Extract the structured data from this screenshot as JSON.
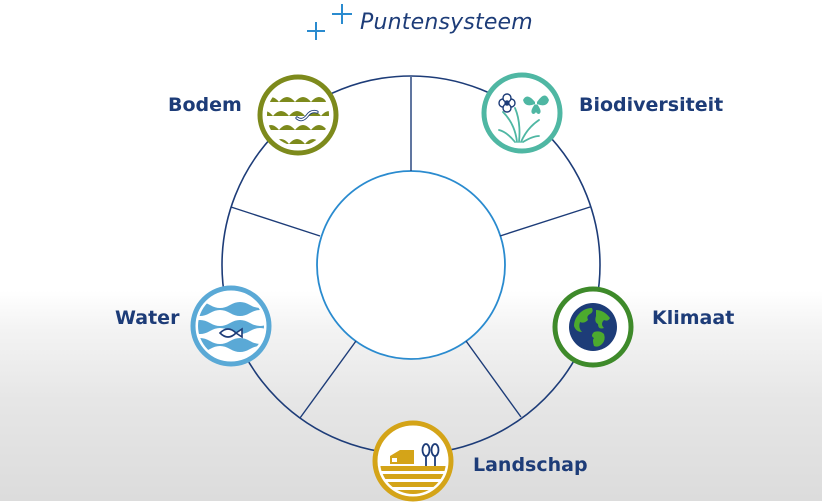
{
  "title": "Puntensysteem",
  "themes": {
    "bodem": "Bodem",
    "biodiversiteit": "Biodiversiteit",
    "klimaat": "Klimaat",
    "landschap": "Landschap",
    "water": "Water"
  },
  "icons": {
    "bodem": "soil-worm-icon",
    "biodiversiteit": "flower-butterfly-icon",
    "klimaat": "globe-icon",
    "landschap": "landscape-icon",
    "water": "water-fish-icon"
  },
  "colors": {
    "title": "#1d3c78",
    "ring": "#1d3c78",
    "inner_circle": "#2a8bcf",
    "bodem": "#7d8a1c",
    "biodiversiteit": "#4fb7a3",
    "klimaat": "#3e8a2a",
    "landschap": "#d4a418",
    "water": "#5aa9d6",
    "plus": "#2a8bcf"
  }
}
